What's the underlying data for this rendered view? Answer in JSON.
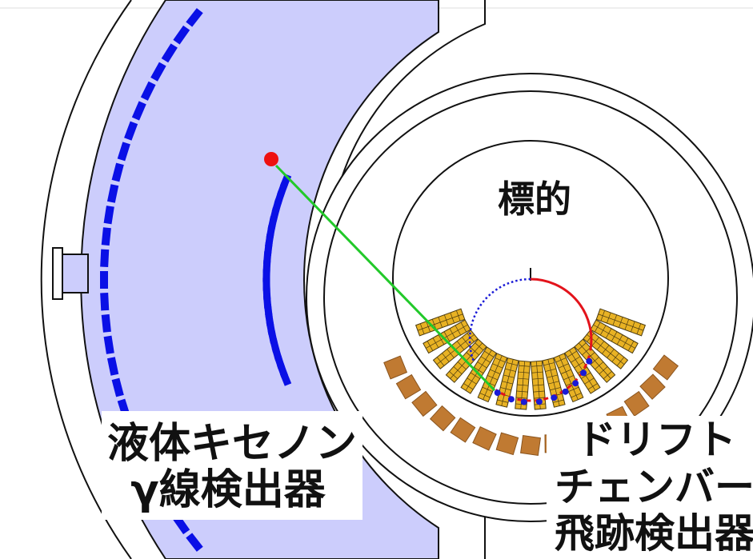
{
  "labels": {
    "target": "標的",
    "lxe_line1": "液体キセノン",
    "lxe_line2": "γ線検出器",
    "dc_line1": "ドリフト",
    "dc_line2": "チェンバー",
    "dc_line3": "飛跡検出器"
  },
  "colors": {
    "lxe_fill": "#cccdfc",
    "pmt_blue": "#0a10e6",
    "outline": "#111111",
    "dc_gold": "#e8b224",
    "dc_brown": "#c07a32",
    "track_red": "#e3131b",
    "track_blue": "#1a1ad6",
    "photon_green": "#22c92a",
    "hit_red": "#ee1111"
  }
}
